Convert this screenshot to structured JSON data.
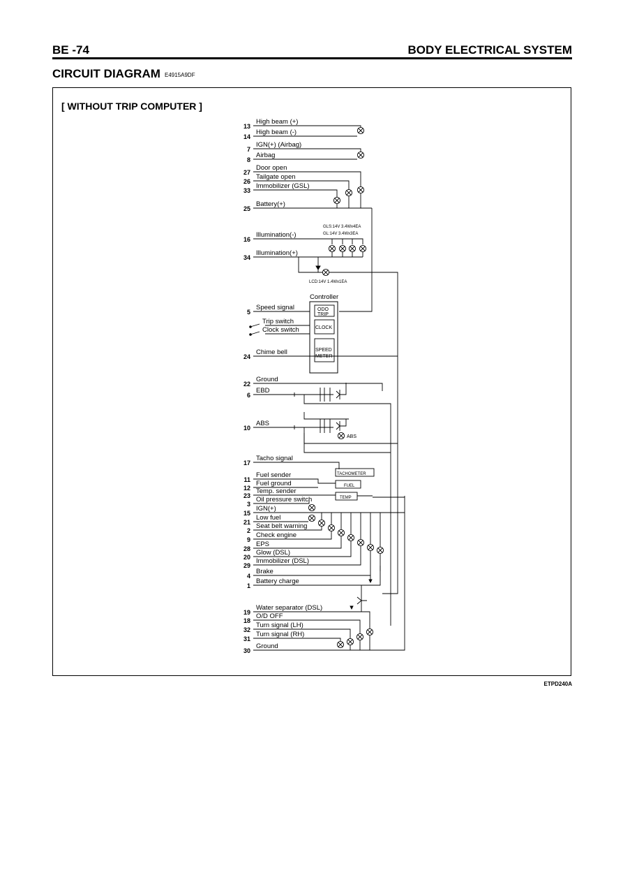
{
  "header": {
    "page_code": "BE -74",
    "section": "BODY ELECTRICAL SYSTEM",
    "title": "CIRCUIT DIAGRAM",
    "doc_code": "E4915A9DF",
    "subtitle": "[ WITHOUT TRIP COMPUTER ]",
    "figure_code": "ETPD240A"
  },
  "diagram": {
    "pins": [
      {
        "pin": "13",
        "label": "High beam (+)"
      },
      {
        "pin": "14",
        "label": "High beam (-)"
      },
      {
        "pin": "7",
        "label": "IGN(+) (Airbag)"
      },
      {
        "pin": "8",
        "label": "Airbag"
      },
      {
        "pin": "27",
        "label": "Door open"
      },
      {
        "pin": "26",
        "label": "Tailgate open"
      },
      {
        "pin": "33",
        "label": "Immobilizer (GSL)"
      },
      {
        "pin": "25",
        "label": "Battery(+)"
      },
      {
        "pin": "16",
        "label": "Illumination(-)"
      },
      {
        "pin": "34",
        "label": "Illumination(+)"
      },
      {
        "pin": "5",
        "label": "Speed signal"
      },
      {
        "pin": "",
        "label": "Trip switch"
      },
      {
        "pin": "",
        "label": "Clock switch"
      },
      {
        "pin": "24",
        "label": "Chime bell"
      },
      {
        "pin": "22",
        "label": "Ground"
      },
      {
        "pin": "6",
        "label": "EBD"
      },
      {
        "pin": "10",
        "label": "ABS"
      },
      {
        "pin": "17",
        "label": "Tacho signal"
      },
      {
        "pin": "11",
        "label": "Fuel sender"
      },
      {
        "pin": "12",
        "label": "Fuel ground"
      },
      {
        "pin": "23",
        "label": "Temp. sender"
      },
      {
        "pin": "3",
        "label": "Oil pressure switch"
      },
      {
        "pin": "15",
        "label": "IGN(+)"
      },
      {
        "pin": "21",
        "label": "Low fuel"
      },
      {
        "pin": "2",
        "label": "Seat belt warning"
      },
      {
        "pin": "9",
        "label": "Check engine"
      },
      {
        "pin": "28",
        "label": "EPS"
      },
      {
        "pin": "20",
        "label": "Glow (DSL)"
      },
      {
        "pin": "29",
        "label": "Immobilizer (DSL)"
      },
      {
        "pin": "4",
        "label": "Brake"
      },
      {
        "pin": "1",
        "label": "Battery charge"
      },
      {
        "pin": "19",
        "label": "Water separator (DSL)"
      },
      {
        "pin": "18",
        "label": "O/D OFF"
      },
      {
        "pin": "32",
        "label": "Turn signal (LH)"
      },
      {
        "pin": "31",
        "label": "Turn signal (RH)"
      },
      {
        "pin": "30",
        "label": "Ground"
      }
    ],
    "bulb_spec_gls": "GLS:14V 3.4Wx4EA",
    "bulb_spec_gl": "GL:14V 3.4Wx3EA",
    "lcd_spec": "LCD:14V 1.4Wx1EA",
    "controller_label": "Controller",
    "box_odo": "ODO",
    "box_trip": "TRIP",
    "box_clock": "CLOCK",
    "box_speed": "SPEED",
    "box_meter": "METER",
    "abs_lamp_label": "ABS",
    "box_tachometer": "TACHOMETER",
    "box_fuel": "FUEL",
    "box_temp": "TEMP"
  }
}
